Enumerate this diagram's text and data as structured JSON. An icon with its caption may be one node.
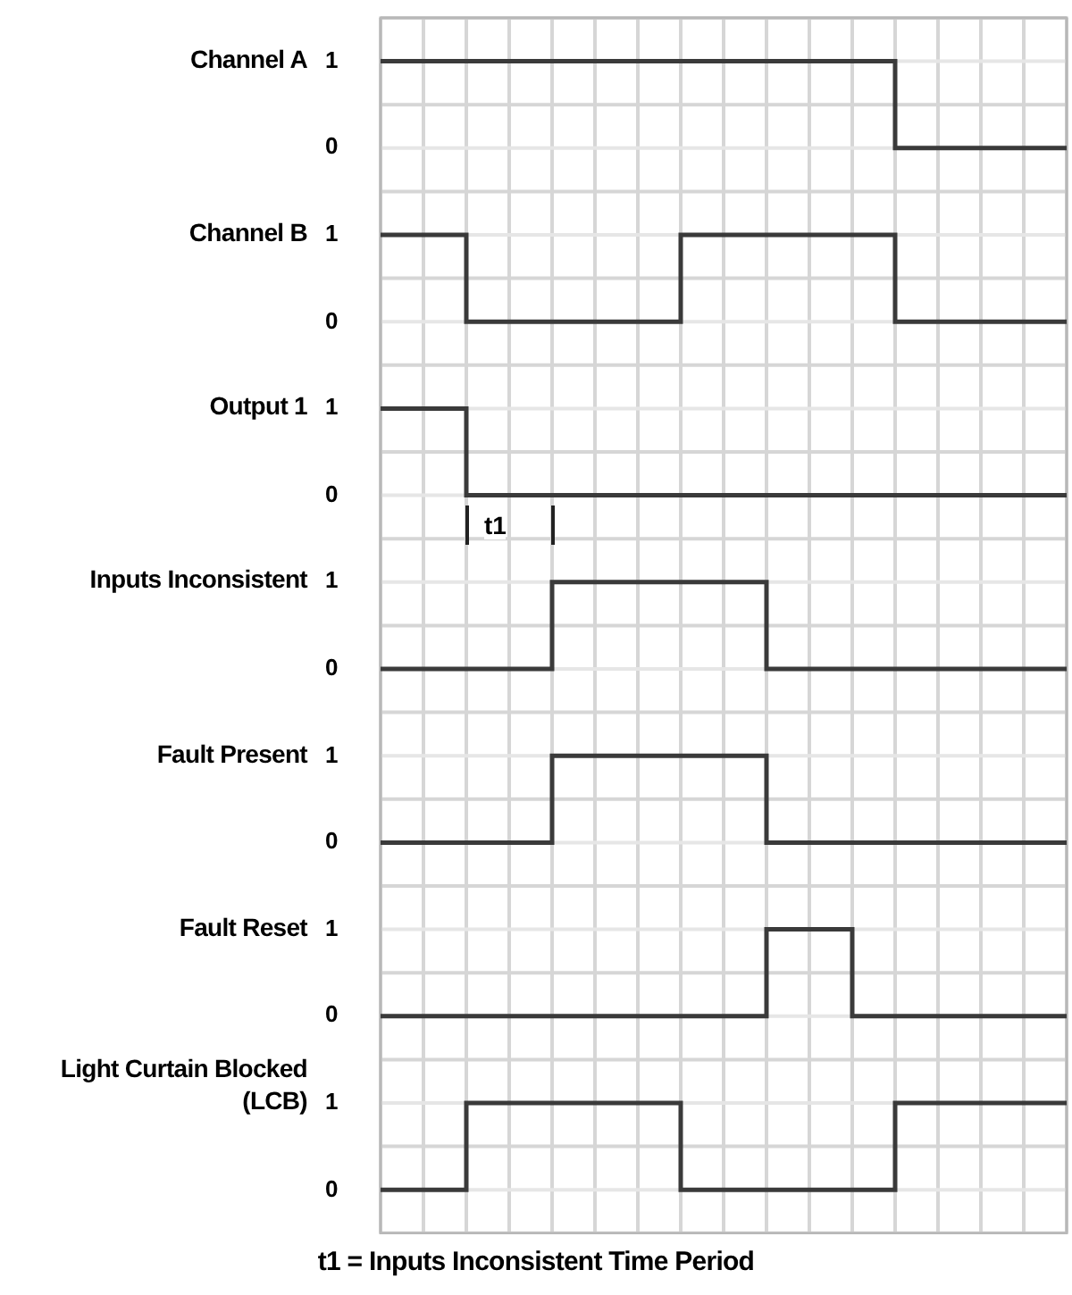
{
  "diagram": {
    "caption": "t1 = Inputs Inconsistent Time Period",
    "labels": [
      "Channel A",
      "1",
      "0",
      "Channel B",
      "1",
      "0",
      "Output 1",
      "1",
      "0",
      "t1",
      "Inputs Inconsistent",
      "1",
      "0",
      "Fault Present",
      "1",
      "0",
      "Fault Reset",
      "1",
      "0",
      "Light Curtain Blocked (LCB)",
      "1",
      "0"
    ]
  }
}
